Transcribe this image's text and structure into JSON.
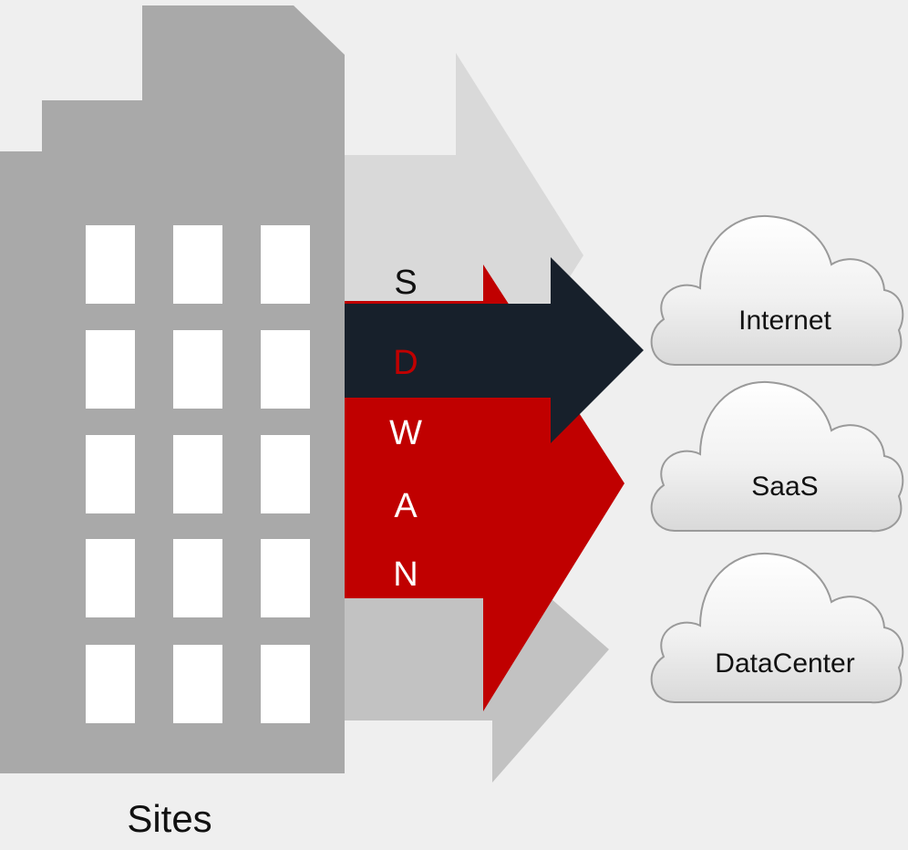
{
  "sites_label": "Sites",
  "sdwan_letters": [
    {
      "char": "S",
      "color": "#111111"
    },
    {
      "char": "D",
      "color": "#c00000"
    },
    {
      "char": "W",
      "color": "#ffffff"
    },
    {
      "char": "A",
      "color": "#ffffff"
    },
    {
      "char": "N",
      "color": "#ffffff"
    }
  ],
  "clouds": [
    {
      "label": "Internet"
    },
    {
      "label": "SaaS"
    },
    {
      "label": "DataCenter"
    }
  ],
  "colors": {
    "background": "#efefef",
    "building": "#a9a9a9",
    "building_window": "#ffffff",
    "arrow_light": "#d9d9d9",
    "arrow_mid": "#c2c2c2",
    "arrow_red": "#c00000",
    "arrow_dark": "#17202b",
    "cloud_fill": "#f2f2f2",
    "cloud_stroke": "#9a9a9a"
  }
}
